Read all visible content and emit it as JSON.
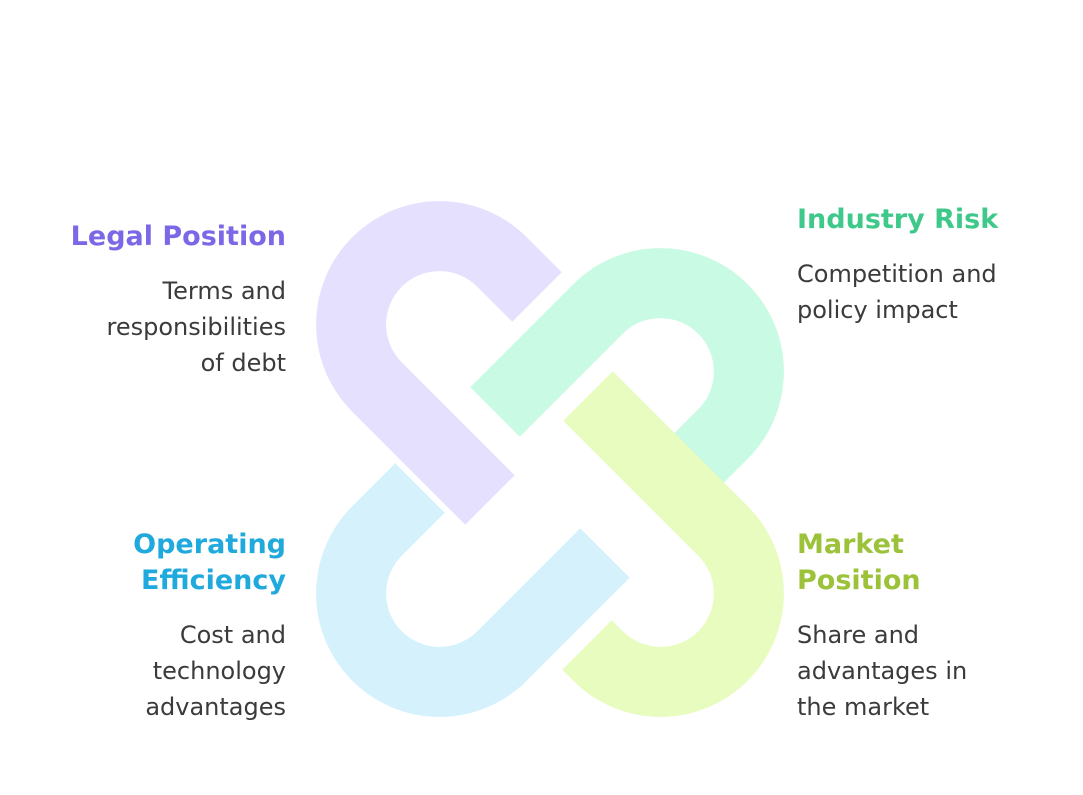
{
  "sections": {
    "legal": {
      "title": "Legal Position",
      "line1": "Terms and",
      "line2": "responsibilities",
      "line3": "of debt"
    },
    "industry": {
      "title": "Industry Risk",
      "line1": "Competition and",
      "line2": "policy impact"
    },
    "operating": {
      "title1": "Operating",
      "title2": "Efficiency",
      "line1": "Cost and",
      "line2": "technology",
      "line3": "advantages"
    },
    "market": {
      "title1": "Market",
      "title2": "Position",
      "line1": "Share and",
      "line2": "advantages in",
      "line3": "the market"
    }
  },
  "colors": {
    "legal_title": "#7b68e6",
    "industry_title": "#3ec98b",
    "operating_title": "#1fa9dc",
    "market_title": "#9cc23a",
    "link_purple": "#e6e0ff",
    "link_mint": "#c9fae3",
    "link_blue": "#d4f1fc",
    "link_lime": "#e8fcc0"
  }
}
